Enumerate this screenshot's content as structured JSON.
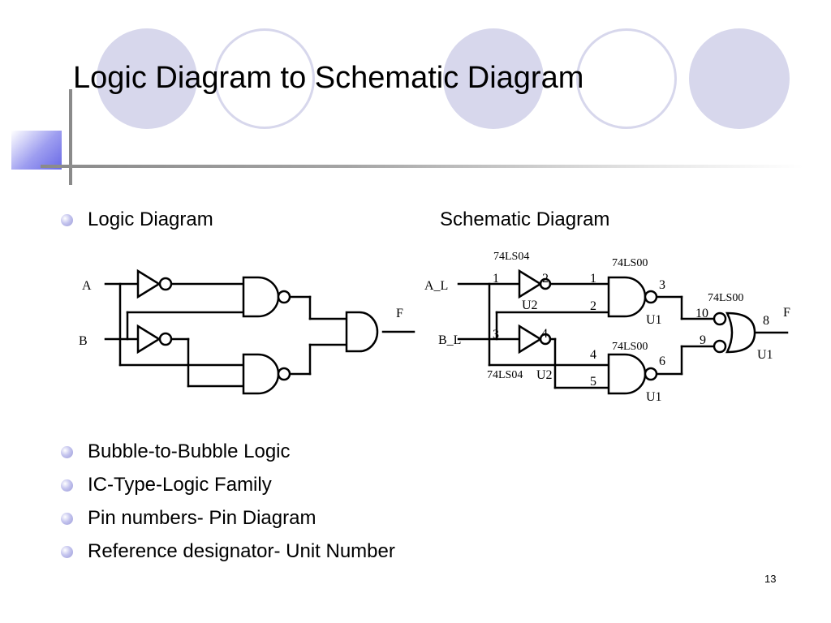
{
  "slide": {
    "title": "Logic Diagram to Schematic Diagram",
    "page_number": "13"
  },
  "top_bullet": {
    "label": "Logic Diagram",
    "right_label": "Schematic Diagram"
  },
  "bullets": [
    "Bubble-to-Bubble Logic",
    "IC-Type-Logic Family",
    "Pin numbers- Pin Diagram",
    "Reference designator- Unit Number"
  ],
  "logic_diagram": {
    "input_a": "A",
    "input_b": "B",
    "output": "F"
  },
  "schematic_diagram": {
    "input_a": "A_L",
    "input_b": "B_L",
    "output": "F",
    "inverter_top": {
      "part": "74LS04",
      "pin_in": "1",
      "pin_out": "2",
      "unit": "U2"
    },
    "inverter_bottom": {
      "part": "74LS04",
      "pin_in": "3",
      "pin_out": "4",
      "unit": "U2"
    },
    "nand_top": {
      "part": "74LS00",
      "pin_in1": "1",
      "pin_in2": "2",
      "pin_out": "3",
      "unit": "U1"
    },
    "nand_bottom": {
      "part": "74LS00",
      "pin_in1": "4",
      "pin_in2": "5",
      "pin_out": "6",
      "unit": "U1"
    },
    "or_gate": {
      "part": "74LS00",
      "pin_in1": "10",
      "pin_in2": "9",
      "pin_out": "8",
      "unit": "U1"
    }
  }
}
